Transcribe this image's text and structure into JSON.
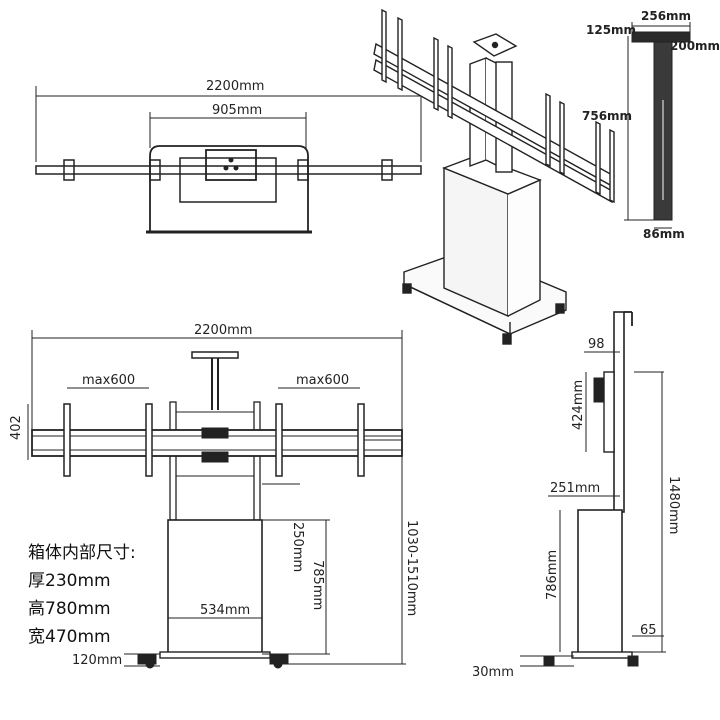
{
  "top_view": {
    "overall_width": "2200mm",
    "bracket_width": "905mm"
  },
  "mast_detail": {
    "top_width": "256mm",
    "top_offset": "125mm",
    "post_depth": "200mm",
    "height": "756mm",
    "bottom_width": "86mm"
  },
  "front_view": {
    "overall_width": "2200mm",
    "left_max": "max600",
    "right_max": "max600",
    "arm_height": "402",
    "gap": "250mm",
    "cabinet_height": "785mm",
    "overall_height": "1030-1510mm",
    "cabinet_width": "534mm",
    "ground_clearance": "120mm"
  },
  "side_view": {
    "depth_top": "98",
    "bracket_height": "424mm",
    "post_offset": "251mm",
    "total_height": "1480mm",
    "cabinet_height": "786mm",
    "bottom_offset": "65",
    "base_height": "30mm"
  },
  "cabinet_notes": {
    "heading": "箱体内部尺寸:",
    "depth": "厚230mm",
    "height": "高780mm",
    "width": "宽470mm"
  }
}
